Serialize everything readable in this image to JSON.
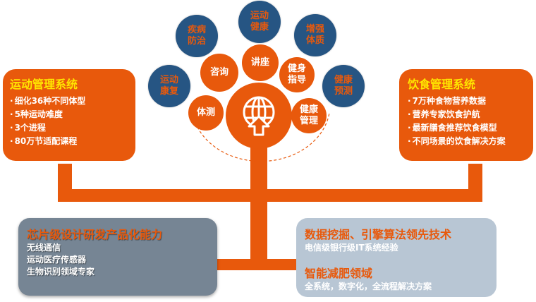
{
  "colors": {
    "accent_orange": "#e8590c",
    "navy": "#265583",
    "title_yellow": "#ffe600",
    "gray_panel": "#768594",
    "light_panel": "#b8c6d4"
  },
  "center": {
    "icon": "globe-upload-icon"
  },
  "outer_circles": [
    {
      "label": "疾病防治"
    },
    {
      "label": "运动健康"
    },
    {
      "label": "增强体质"
    },
    {
      "label": "运动康复"
    },
    {
      "label": "健康预测"
    }
  ],
  "inner_circles": [
    {
      "label": "咨询"
    },
    {
      "label": "讲座"
    },
    {
      "label": "健身指导"
    },
    {
      "label": "体测"
    },
    {
      "label": "健康管理"
    }
  ],
  "left_panel": {
    "title": "运动管理系统",
    "items": [
      "细化36种不同体型",
      "5种运动难度",
      "3个进程",
      "80万节适配课程"
    ]
  },
  "right_panel": {
    "title": "饮食管理系统",
    "items": [
      "7万种食物营养数据",
      "营养专家饮食护航",
      "最新膳食推荐饮食模型",
      "不同场景的饮食解决方案"
    ]
  },
  "bottom_left": {
    "title": "芯片级设计研发产品化能力",
    "lines": [
      "无线通信",
      "运动医疗传感器",
      "生物识别领域专家"
    ]
  },
  "bottom_right": {
    "title1": "数据挖掘、引擎算法领先技术",
    "line1": "电信级银行级IT系统经验",
    "title2": "智能减肥领域",
    "line2": "全系统，数字化，全流程解决方案"
  }
}
